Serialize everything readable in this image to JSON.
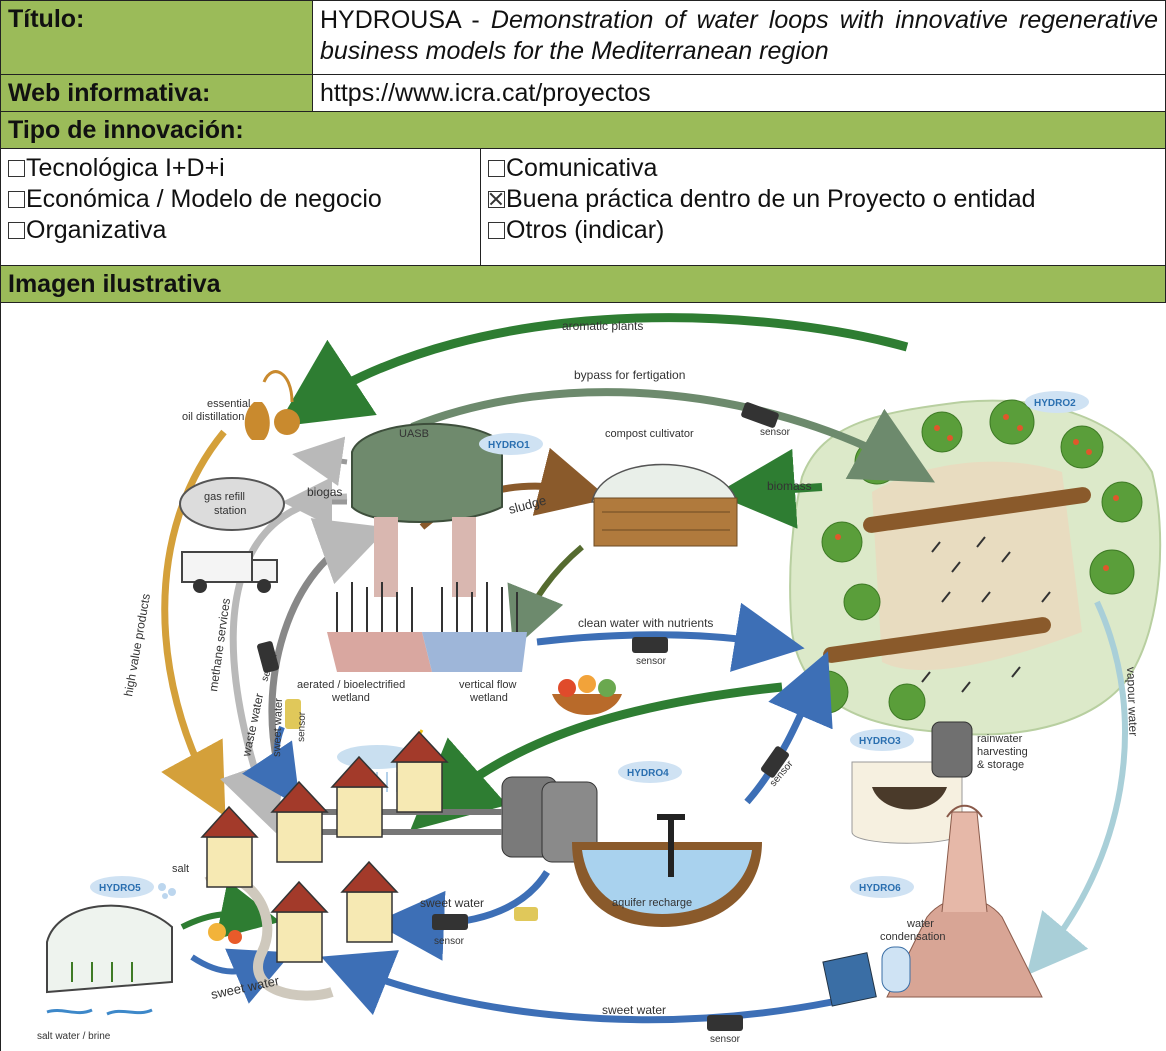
{
  "header": {
    "titulo_label": "Título:",
    "titulo_prefix": "HYDROUSA - ",
    "titulo_italic": "Demonstration of water loops with innovative regenerative business models for the Mediterranean region",
    "web_label": "Web informativa:",
    "web_value": "https://www.icra.cat/proyectos"
  },
  "innovacion": {
    "label": "Tipo de innovación:",
    "options": [
      {
        "label": "Tecnológica I+D+i",
        "checked": false
      },
      {
        "label": "Comunicativa",
        "checked": false
      },
      {
        "label": "Económica / Modelo de negocio",
        "checked": false
      },
      {
        "label": "Buena práctica dentro de un Proyecto o entidad",
        "checked": true
      },
      {
        "label": "Organizativa",
        "checked": false
      },
      {
        "label": "Otros (indicar)",
        "checked": false
      }
    ]
  },
  "imagen": {
    "label": "Imagen ilustrativa",
    "diagram": {
      "arrows": {
        "aromatic": "aromatic plants",
        "bypass": "bypass for fertigation",
        "biogas": "biogas",
        "sludge": "sludge",
        "biomass": "biomass",
        "clean_water": "clean water with nutrients",
        "high_value": "high value products",
        "methane": "methane services",
        "waste_water": "waste water",
        "sweet_water_v": "sweet water",
        "vapour": "vapour water",
        "sweet_water_mid": "sweet water",
        "sweet_water_curve": "sweet water",
        "sweet_water_bottom": "sweet water",
        "sensor": "sensor"
      },
      "labels": {
        "essential_oil_1": "essential",
        "essential_oil_2": "oil distillation",
        "uasb": "UASB",
        "compost": "compost cultivator",
        "gas_refill_1": "gas refill",
        "gas_refill_2": "station",
        "aerated_1": "aerated / bioelectrified",
        "aerated_2": "wetland",
        "vertical_1": "vertical flow",
        "vertical_2": "wetland",
        "rainwater_1": "rainwater",
        "rainwater_2": "harvesting",
        "rainwater_3": "& storage",
        "aquifer": "aquifer recharge",
        "salt": "salt",
        "salt_water": "salt water / brine",
        "condensation_1": "water",
        "condensation_2": "condensation"
      },
      "hydros": [
        "HYDRO1",
        "HYDRO2",
        "HYDRO3",
        "HYDRO4",
        "HYDRO5",
        "HYDRO6"
      ]
    }
  },
  "colors": {
    "header_green": "#9bbb59",
    "arrow_dark_green": "#2e7d32",
    "arrow_grey_green": "#6d8a6d",
    "arrow_orange": "#d4a03a",
    "arrow_grey": "#b9b9b9",
    "arrow_blue": "#3d6fb6",
    "arrow_light_blue": "#a9cfd8"
  }
}
